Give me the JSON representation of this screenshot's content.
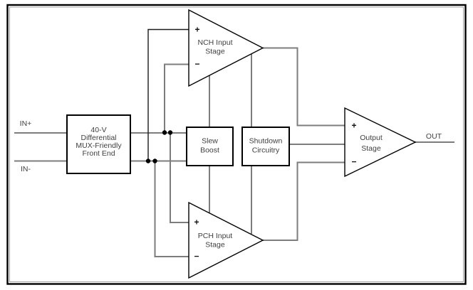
{
  "ports": {
    "in_plus": "IN+",
    "in_minus": "IN-",
    "out": "OUT"
  },
  "blocks": {
    "front_end": {
      "lines": [
        "40-V",
        "Differential",
        "MUX-Friendly",
        "Front End"
      ]
    },
    "slew_boost": {
      "lines": [
        "Slew",
        "Boost"
      ]
    },
    "shutdown": {
      "lines": [
        "Shutdown",
        "Circuitry"
      ]
    },
    "nch_input_stage": {
      "lines": [
        "NCH Input",
        "Stage"
      ],
      "plus": "+",
      "minus": "−"
    },
    "pch_input_stage": {
      "lines": [
        "PCH Input",
        "Stage"
      ],
      "plus": "+",
      "minus": "−"
    },
    "output_stage": {
      "lines": [
        "Output",
        "Stage"
      ],
      "plus": "+",
      "minus": "−"
    }
  },
  "colors": {
    "wire": "#7d7d7d",
    "outline": "#000000",
    "label": "#404040",
    "background": "#ffffff"
  }
}
